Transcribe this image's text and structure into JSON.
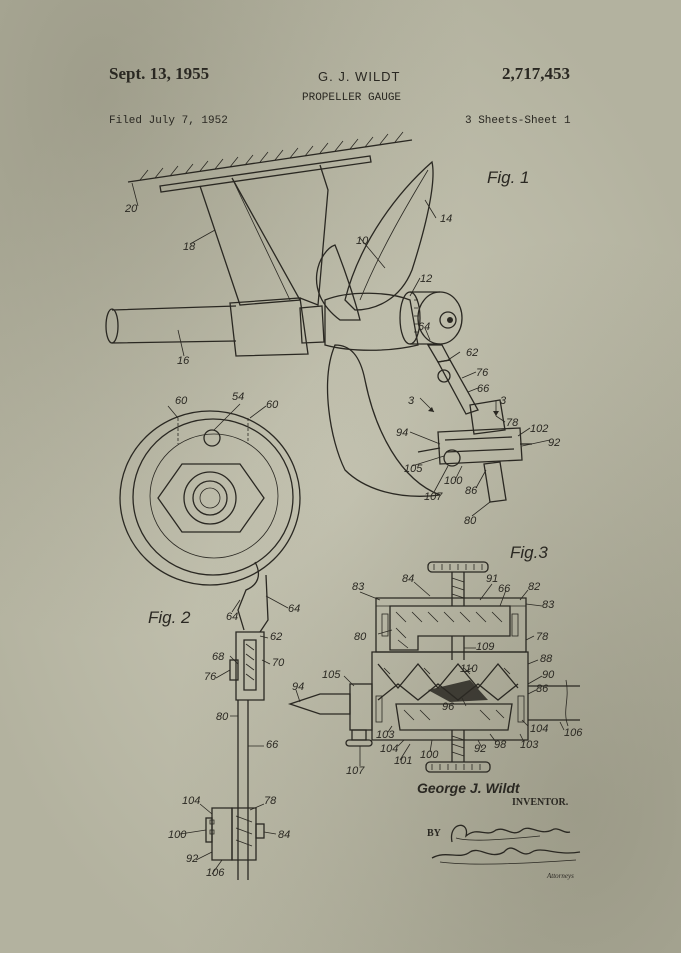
{
  "header": {
    "date": "Sept. 13, 1955",
    "inventor": "G. J. WILDT",
    "patent_number": "2,717,453",
    "title": "PROPELLER GAUGE",
    "filed": "Filed July 7, 1952",
    "sheets": "3 Sheets-Sheet 1"
  },
  "figures": {
    "fig1": "Fig. 1",
    "fig2": "Fig. 2",
    "fig3": "Fig.3"
  },
  "signature": {
    "inventor_name": "George J. Wildt",
    "inventor_role": "INVENTOR.",
    "by": "BY",
    "attorneys_label": "Attorneys"
  },
  "ref_numbers": {
    "n10": "10",
    "n12": "12",
    "n14": "14",
    "n16": "16",
    "n18": "18",
    "n20": "20",
    "n54": "54",
    "n60a": "60",
    "n60b": "60",
    "n62": "62",
    "n64": "64",
    "n66": "66",
    "n76": "76",
    "n78": "78",
    "n80": "80",
    "n86": "86",
    "n92": "92",
    "n94": "94",
    "n100": "100",
    "n102": "102",
    "n105": "105",
    "n107": "107",
    "n3a": "3",
    "n3b": "3",
    "f2_64a": "64",
    "f2_64b": "64",
    "f2_62": "62",
    "f2_68": "68",
    "f2_70": "70",
    "f2_76": "76",
    "f2_80": "80",
    "f2_66": "66",
    "f2_78": "78",
    "f2_104": "104",
    "f2_100": "100",
    "f2_84": "84",
    "f2_92": "92",
    "f2_106": "106",
    "f3_83a": "83",
    "f3_84": "84",
    "f3_91": "91",
    "f3_66": "66",
    "f3_82": "82",
    "f3_83b": "83",
    "f3_80": "80",
    "f3_109": "109",
    "f3_78": "78",
    "f3_88": "88",
    "f3_105": "105",
    "f3_110": "110",
    "f3_90": "90",
    "f3_86": "86",
    "f3_94": "94",
    "f3_96": "96",
    "f3_104a": "104",
    "f3_106": "106",
    "f3_103a": "103",
    "f3_104b": "104",
    "f3_100": "100",
    "f3_98": "98",
    "f3_103b": "103",
    "f3_101": "101",
    "f3_92": "92",
    "f3_107": "107"
  },
  "colors": {
    "paper": "#b9b8a6",
    "ink": "#2a2822"
  }
}
